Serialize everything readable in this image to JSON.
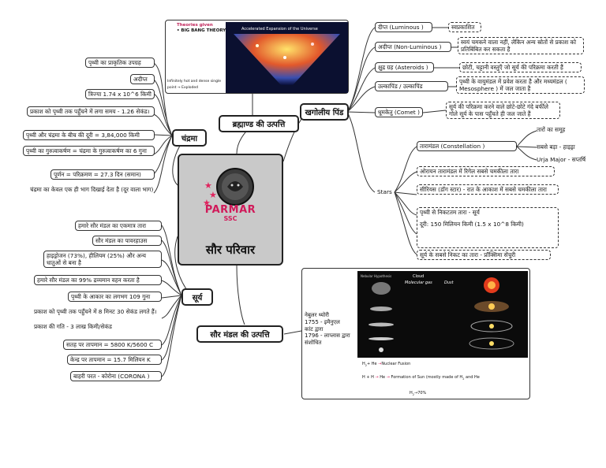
{
  "center": {
    "logo_text": "PARMAR",
    "logo_sub": "SSC",
    "title": "सौर परिवार"
  },
  "topics": {
    "chandrama": "चंद्रमा",
    "surya": "सूर्य",
    "brahmand": "ब्रह्माण्ड की उत्पत्ति",
    "saur_mandal": "सौर मंडल की उत्पत्ति",
    "khagoliya": "खगोलीय पिंड"
  },
  "chandrama_items": [
    "पृथ्वी का प्राकृतिक उपग्रह",
    "अदीप्त",
    "त्रिज्या 1.74 x 10^6 किमी",
    "प्रकाश को पृथ्वी तक पहुँचने में लगा समय - 1.26 सेकंड।",
    "पृथ्वी और चंद्रमा के बीच की दूरी = 3,84,000 किमी",
    "पृथ्वी का गुरुत्वाकर्षण = चंद्रमा के गुरुत्वाकर्षण का 6 गुना",
    "पूर्णन = परिक्रमण = 27.3 दिन (समान)",
    "चंद्रमा का केवल एक ही भाग दिखाई देता है (दूर वाला भाग)"
  ],
  "surya_items": [
    "हमारे सौर मंडल का एकमात्र तारा",
    "सौर मंडल का पावरहाउस",
    "हाइड्रोजन (73%), हीलियम (25%) और अन्य धातुओं से बना है",
    "हमारे सौर मंडल का 99% द्रव्यमान वहन करता है",
    "पृथ्वी के आकार का लगभग 109 गुना",
    "प्रकाश को पृथ्वी तक पहुँचने में 8 मिनट 30 सेकंड लगते हैं।",
    "प्रकाश की गति - 3 लाख किमी/सेकंड",
    "सतह पर तापमान = 5800 K/5600 C",
    "केन्द्र पर तापमान = 15.7 मिलियन K",
    "बाहरी परत - कोरोना (CORONA )"
  ],
  "brahmand_panel": {
    "label1": "Theories given",
    "label2": "• BIG BANG THEORY",
    "heading": "Accelerated Expansion of the Universe",
    "note1": "Infinitely hot and dense single",
    "note2": "point → Exploded"
  },
  "saur_panel": {
    "text": [
      "नेबुलर थ्योरी",
      "1755 - इमैनुएल",
      "कांट द्वारा",
      "1796 - लाप्लास द्वारा",
      "संशोधित"
    ],
    "diagram_title": "Nebular Hypothesis",
    "cloud": "Cloud",
    "molecular_gas": "Molecular gas",
    "dust": "Dust",
    "eq1a": "H",
    "eq1b": "+ He",
    "eq1c": "Nuclear Fusion",
    "eq2a": "H + H",
    "eq2b": "He",
    "eq2c": "Formation of Sun (mostly made of H",
    "eq2d": " and He",
    "eq3": "H",
    "eq3b": "→70%"
  },
  "khagoliya_items": {
    "luminous": "दीप्त (Luminous )",
    "luminous_desc": "स्वप्रकाशित",
    "nonlum": "अदीप्त (Non-Luminous )",
    "nonlum_desc": "स्वयं चमकने वाला नहीं, लेकिन अन्य स्रोतों से प्रकाश को प्रतिबिंबित कर सकता है",
    "asteroid": "क्षुद्र ग्रह (Asteroids )",
    "asteroid_desc": "छोटी, चट्टानी वस्तुएँ जो सूर्य की परिक्रमा करती हैं",
    "meteor": "उल्कापिंड / उल्कापिंड",
    "meteor_desc": "पृथ्वी के वायुमंडल में प्रवेश करता है और मध्यमंडल ( Mesosphere ) में जल जाता है",
    "comet": "धूमकेतु (Comet )",
    "comet_desc": "सूर्य की परिक्रमा करने वाले छोटे-छोटे गंदे बर्फीले गोले सूर्य के पास पहुँचते ही जल जाते हैं",
    "stars": "Stars",
    "constellation": "तारामंडल (Constellation )",
    "const1": "तारों का समूह",
    "const2": "सबसे बड़ा - हाइड्रा",
    "const3": "Urja Major - सप्तर्षि",
    "orion": "ओरायन तारामंडल में रिगेल सबसे चमकीला तारा",
    "sirius": "सीरियस (डॉग स्टार) - रात के आकाश में सबसे चमकीला तारा",
    "nearest": "पृथ्वी से निकटतम तारा - सूर्य",
    "distance": "दूरी: 150 मिलियन किमी (1.5 x 10^8 किमी)",
    "proxima": "सूर्य के सबसे निकट का तारा - प्रॉक्सिमा सेंचुरी"
  },
  "colors": {
    "accent": "#d11a5a",
    "center_bg": "#c9c9c9"
  }
}
